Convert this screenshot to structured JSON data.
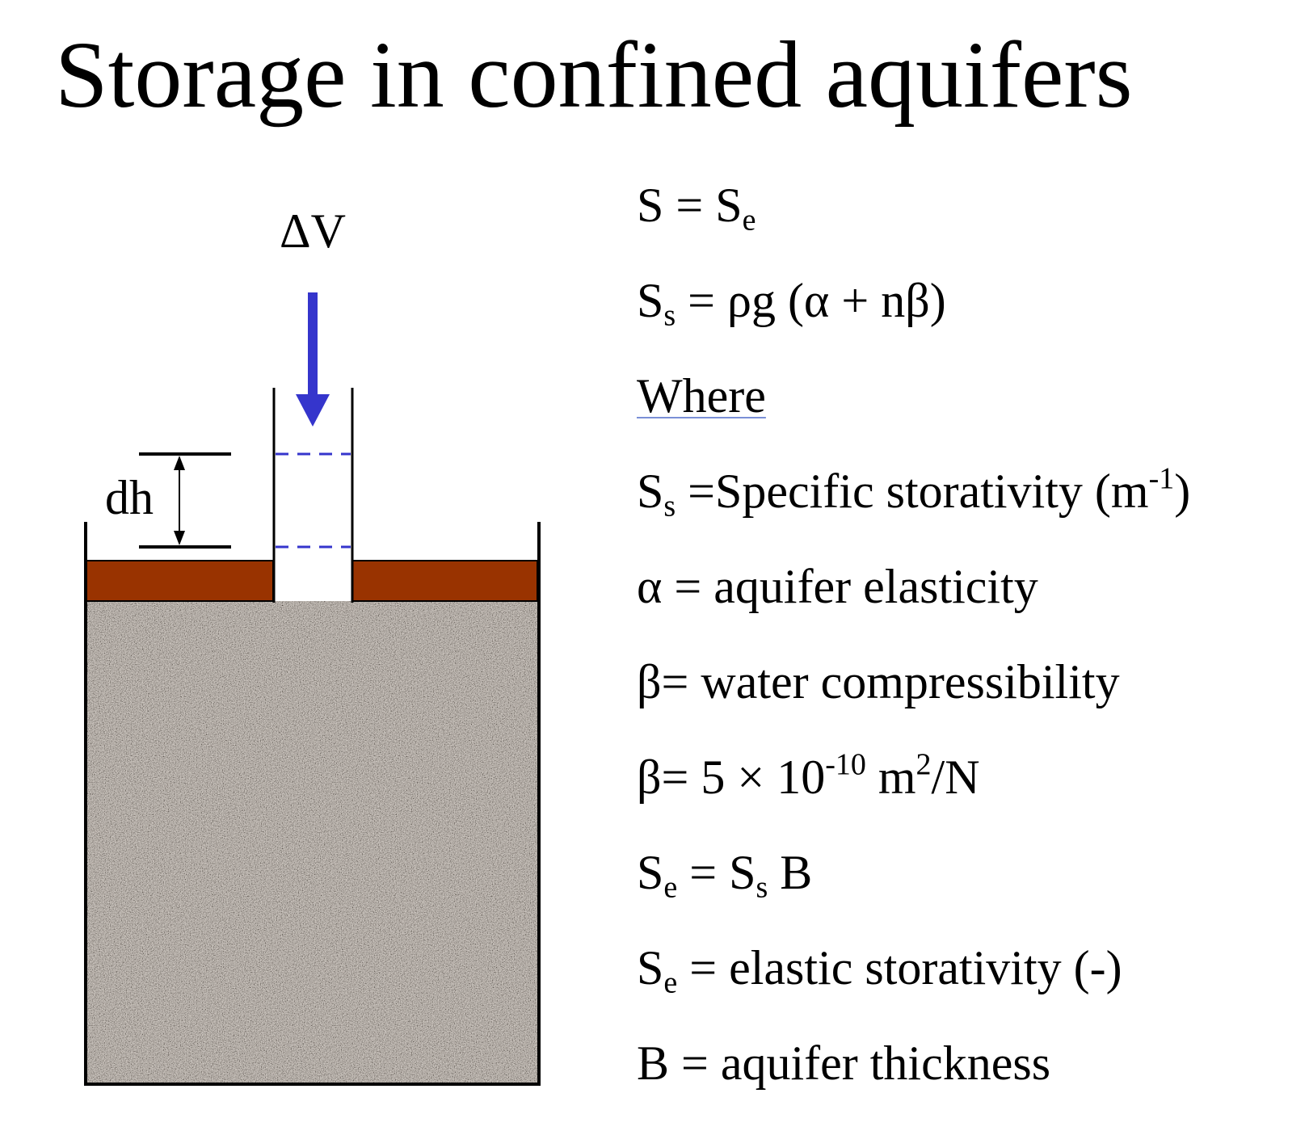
{
  "title": "Storage in confined aquifers",
  "diagram": {
    "delta_v_label": "ΔV",
    "dh_label": "dh",
    "colors": {
      "arrow": "#3535cc",
      "dashed_level": "#3535cc",
      "confining_layer": "#993300",
      "aquifer_sand": "#a89a8c",
      "outline": "#000000"
    }
  },
  "equations": [
    {
      "id": "eq1",
      "parts": [
        {
          "t": "S = S"
        },
        {
          "sub": "e"
        }
      ]
    },
    {
      "id": "eq2",
      "parts": [
        {
          "t": "S"
        },
        {
          "sub": "s"
        },
        {
          "t": " = ρg (α + nβ)"
        }
      ]
    },
    {
      "id": "where",
      "parts": [
        {
          "t": "Where"
        }
      ],
      "style": "underline"
    },
    {
      "id": "def-ss",
      "parts": [
        {
          "t": "S"
        },
        {
          "sub": "s"
        },
        {
          "t": " =Specific storativity (m"
        },
        {
          "sup": "-1"
        },
        {
          "t": ")"
        }
      ]
    },
    {
      "id": "def-alpha",
      "parts": [
        {
          "t": "α = aquifer elasticity"
        }
      ]
    },
    {
      "id": "def-beta",
      "parts": [
        {
          "t": "β= water compressibility"
        }
      ]
    },
    {
      "id": "beta-value",
      "parts": [
        {
          "t": "β= 5 × 10"
        },
        {
          "sup": "-10"
        },
        {
          "t": " m"
        },
        {
          "sup": "2"
        },
        {
          "t": "/N"
        }
      ]
    },
    {
      "id": "eq3",
      "parts": [
        {
          "t": "S"
        },
        {
          "sub": "e"
        },
        {
          "t": " = S"
        },
        {
          "sub": "s"
        },
        {
          "t": " B"
        }
      ]
    },
    {
      "id": "def-se",
      "parts": [
        {
          "t": "S"
        },
        {
          "sub": "e"
        },
        {
          "t": " = elastic storativity (-)"
        }
      ]
    },
    {
      "id": "def-b",
      "parts": [
        {
          "t": "B = aquifer thickness"
        }
      ]
    }
  ]
}
